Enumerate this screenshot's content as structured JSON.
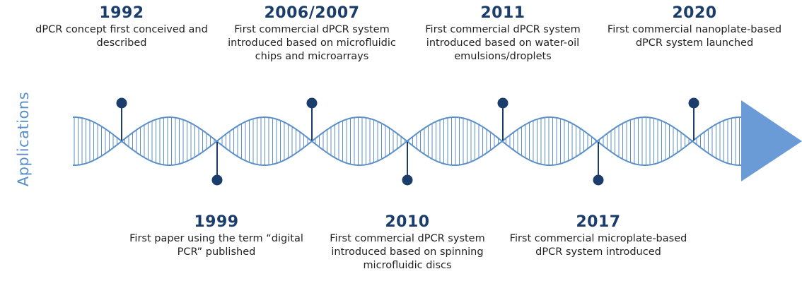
{
  "side_label": "Applications",
  "colors": {
    "helix": "#5b8fc9",
    "pin": "#1a3d6b",
    "arrow": "#6b9bd6",
    "year": "#1a3d6b"
  },
  "events": [
    {
      "year": "1992",
      "description": "dPCR concept first conceived and described",
      "position": "above"
    },
    {
      "year": "1999",
      "description": "First paper using the term “digital PCR” published",
      "position": "below"
    },
    {
      "year": "2006/2007",
      "description": "First commercial dPCR system introduced based on microfluidic chips and microarrays",
      "position": "above"
    },
    {
      "year": "2010",
      "description": "First commercial dPCR system introduced based on spinning microfluidic discs",
      "position": "below"
    },
    {
      "year": "2011",
      "description": "First commercial dPCR system introduced based on water-oil emulsions/droplets",
      "position": "above"
    },
    {
      "year": "2017",
      "description": "First commercial microplate-based dPCR system introduced",
      "position": "below"
    },
    {
      "year": "2020",
      "description": "First commercial nanoplate-based dPCR system launched",
      "position": "above"
    }
  ]
}
